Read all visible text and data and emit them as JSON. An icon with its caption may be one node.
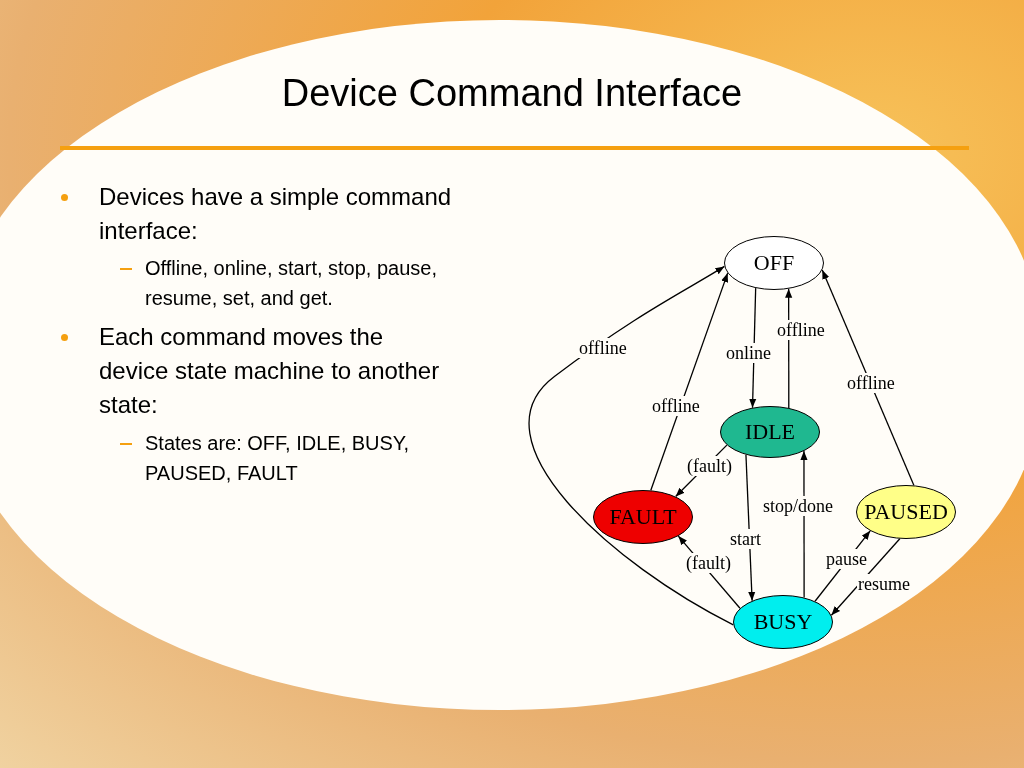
{
  "diagram": {
    "title": "Device Command Interface",
    "nodes": [
      {
        "text": [
          "OFF"
        ]
      },
      {
        "text": [
          "IDLE"
        ]
      },
      {
        "text": [
          "FAULT"
        ]
      },
      {
        "text": [
          "PAUSED"
        ]
      },
      {
        "text": [
          "BUSY"
        ]
      }
    ],
    "edges": [
      {
        "from": 0,
        "to": 1,
        "arrow": "to",
        "label": "online"
      },
      {
        "from": 1,
        "to": 0,
        "arrow": "to",
        "label": "offline"
      },
      {
        "from": 3,
        "to": 0,
        "arrow": "to",
        "label": "offline"
      },
      {
        "from": 2,
        "to": 0,
        "arrow": "to",
        "label": "offline"
      },
      {
        "from": 4,
        "to": 0,
        "arrow": "to",
        "label": "offline"
      },
      {
        "from": 1,
        "to": 2,
        "arrow": "to",
        "label": "(fault)"
      },
      {
        "from": 1,
        "to": 4,
        "arrow": "to",
        "label": "start"
      },
      {
        "from": 4,
        "to": 1,
        "arrow": "to",
        "label": "stop/done"
      },
      {
        "from": 4,
        "to": 2,
        "arrow": "to",
        "label": "(fault)"
      },
      {
        "from": 4,
        "to": 3,
        "arrow": "to",
        "label": "pause"
      },
      {
        "from": 3,
        "to": 4,
        "arrow": "to",
        "label": "resume"
      }
    ],
    "labels": [
      "Devices have a simple command interface:",
      "Offline, online, start, stop, pause, resume, set, and get.",
      "Each command moves the device state machine to another state:",
      "States are: OFF, IDLE, BUSY, PAUSED, FAULT"
    ]
  }
}
